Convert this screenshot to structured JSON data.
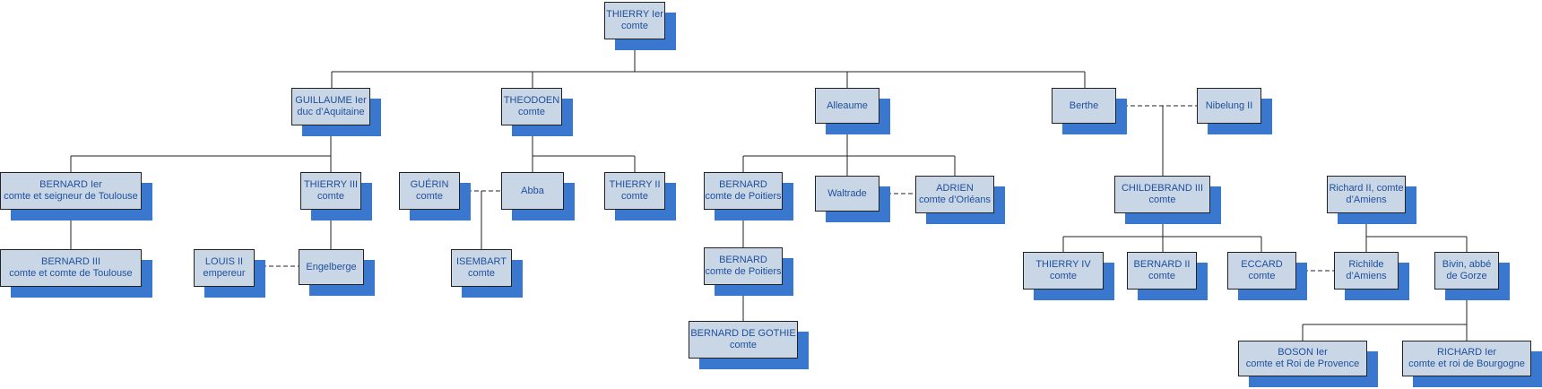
{
  "nodes": {
    "thierry1": {
      "name": "THIERRY Ier",
      "title": "comte"
    },
    "guillaume1": {
      "name": "GUILLAUME Ier",
      "title": "duc d’Aquitaine"
    },
    "theodoen": {
      "name": "THEODOEN",
      "title": "comte"
    },
    "alleaume": {
      "name": "Alleaume",
      "title": ""
    },
    "berthe": {
      "name": "Berthe",
      "title": ""
    },
    "nibelung2": {
      "name": "Nibelung II",
      "title": ""
    },
    "bernard1": {
      "name": "BERNARD Ier",
      "title": "comte et seigneur de Toulouse"
    },
    "thierry3": {
      "name": "THIERRY III",
      "title": "comte"
    },
    "guerin": {
      "name": "GUÉRIN",
      "title": "comte"
    },
    "abba": {
      "name": "Abba",
      "title": ""
    },
    "thierry2": {
      "name": "THIERRY II",
      "title": "comte"
    },
    "bernardpoit1": {
      "name": "BERNARD",
      "title": "comte de Poitiers"
    },
    "waltrade": {
      "name": "Waltrade",
      "title": ""
    },
    "adrien": {
      "name": "ADRIEN",
      "title": "comte d’Orléans"
    },
    "childebrand3": {
      "name": "CHILDEBRAND III",
      "title": "comte"
    },
    "richard2": {
      "name": "Richard II, comte",
      "title": "d’Amiens"
    },
    "bernard3": {
      "name": "BERNARD III",
      "title": "comte et comte de Toulouse"
    },
    "louis2": {
      "name": "LOUIS II",
      "title": "empereur"
    },
    "engelberge": {
      "name": "Engelberge",
      "title": ""
    },
    "isembart": {
      "name": "ISEMBART",
      "title": "comte"
    },
    "bernardpoit2": {
      "name": "BERNARD",
      "title": "comte de Poitiers"
    },
    "thierry4": {
      "name": "THIERRY IV",
      "title": "comte"
    },
    "bernard2": {
      "name": "BERNARD II",
      "title": "comte"
    },
    "eccard": {
      "name": "ECCARD",
      "title": "comte"
    },
    "richilde": {
      "name": "Richilde",
      "title": "d’Amiens"
    },
    "bivin": {
      "name": "Bivin, abbé",
      "title": "de Gorze"
    },
    "bernardgothie": {
      "name": "BERNARD DE GOTHIE",
      "title": "comte"
    },
    "boson1": {
      "name": "BOSON Ier",
      "title": "comte et Roi de Provence"
    },
    "richard1": {
      "name": "RICHARD Ier",
      "title": "comte et roi de Bourgogne"
    }
  },
  "colors": {
    "box_fill": "#c9d6e6",
    "box_shadow": "#3a78cf",
    "text": "#1f4f9c",
    "line": "#222222"
  }
}
